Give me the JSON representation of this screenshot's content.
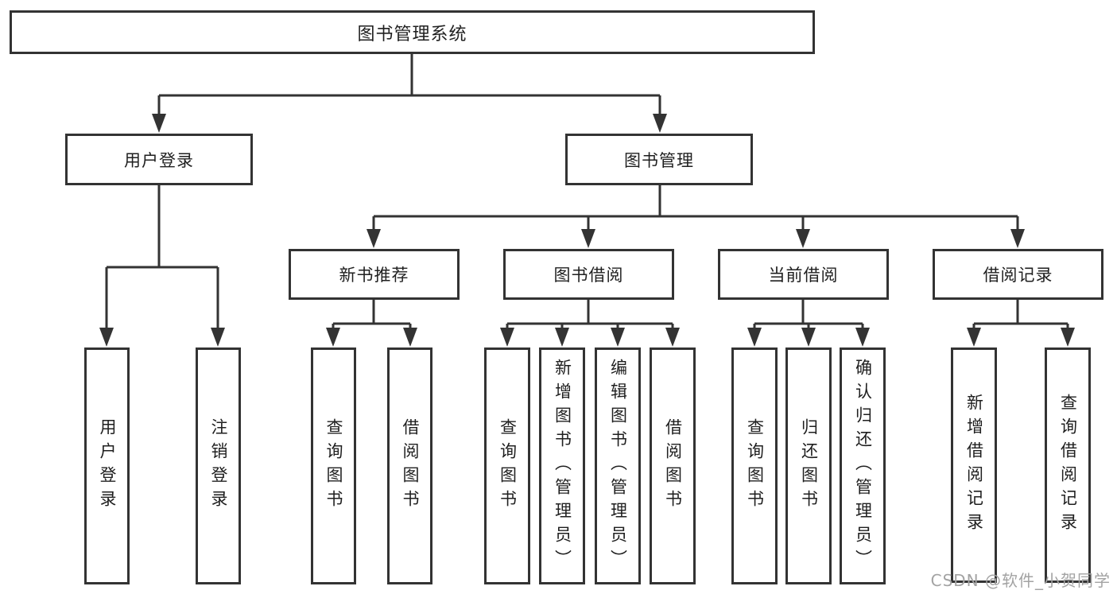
{
  "chart": {
    "root": {
      "label": "图书管理系统"
    },
    "children": [
      {
        "label": "用户登录",
        "children": [
          {
            "label": "用户登录"
          },
          {
            "label": "注销登录"
          }
        ]
      },
      {
        "label": "图书管理",
        "children": [
          {
            "label": "新书推荐",
            "children": [
              {
                "label": "查询图书"
              },
              {
                "label": "借阅图书"
              }
            ]
          },
          {
            "label": "图书借阅",
            "children": [
              {
                "label": "查询图书"
              },
              {
                "label": "新增图书（管理员）"
              },
              {
                "label": "编辑图书（管理员）"
              },
              {
                "label": "借阅图书"
              }
            ]
          },
          {
            "label": "当前借阅",
            "children": [
              {
                "label": "查询图书"
              },
              {
                "label": "归还图书"
              },
              {
                "label": "确认归还（管理员）"
              }
            ]
          },
          {
            "label": "借阅记录",
            "children": [
              {
                "label": "新增借阅记录"
              },
              {
                "label": "查询借阅记录"
              }
            ]
          }
        ]
      }
    ]
  },
  "watermark": "CSDN @软件_小贺同学",
  "colors": {
    "line": "#333333",
    "text": "#1f1f1f",
    "watermark": "#a3a3a3",
    "background": "#ffffff"
  }
}
